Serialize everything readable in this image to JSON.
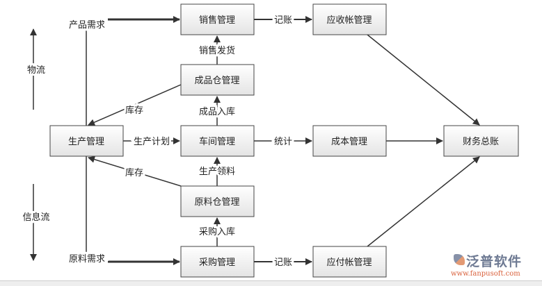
{
  "nodes": {
    "sales": "销售管理",
    "receivable": "应收帐管理",
    "finished_wh": "成品仓管理",
    "production": "生产管理",
    "workshop": "车间管理",
    "cost": "成本管理",
    "ledger": "财务总账",
    "material_wh": "原料仓管理",
    "purchase": "采购管理",
    "payable": "应付帐管理"
  },
  "edge_labels": {
    "product_demand": "产品需求",
    "material_demand": "原料需求",
    "bookkeeping_top": "记账",
    "bookkeeping_bottom": "记账",
    "sales_delivery": "销售发货",
    "finished_inbound": "成品入库",
    "stock_top": "库存",
    "stock_bottom": "库存",
    "production_plan": "生产计划",
    "statistics": "统计",
    "material_pick": "生产领料",
    "purchase_inbound": "采购入库"
  },
  "side_labels": {
    "logistics": "物流",
    "info_flow": "信息流"
  },
  "logo": {
    "name": "泛普软件",
    "url": "www.fanpusoft.com"
  }
}
